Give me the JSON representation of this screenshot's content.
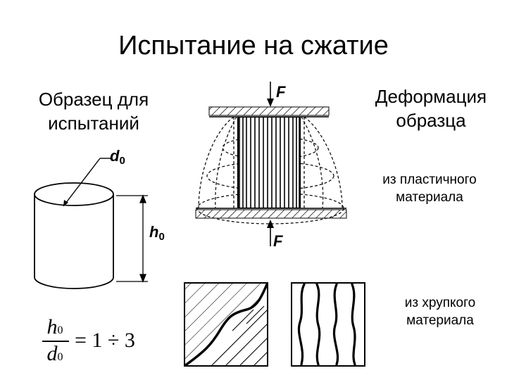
{
  "title": "Испытание на сжатие",
  "left_heading_line1": "Образец для",
  "left_heading_line2": "испытаний",
  "right_heading_line1": "Деформация",
  "right_heading_line2": "образца",
  "plastic_line1": "из пластичного",
  "plastic_line2": "материала",
  "brittle_line1": "из хрупкого",
  "brittle_line2": "материала",
  "labels": {
    "d_letter": "d",
    "h_letter": "h",
    "subscript_zero": "0",
    "force": "F"
  },
  "formula": {
    "numerator": "h",
    "denominator": "d",
    "subscript": "0",
    "rhs": "= 1 ÷ 3"
  }
}
